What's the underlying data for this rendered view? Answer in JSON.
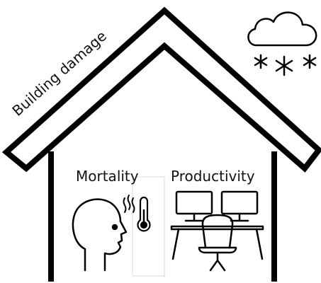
{
  "roof_label": "Building damage",
  "panels": {
    "left": {
      "label": "Mortality"
    },
    "right": {
      "label": "Productivity"
    }
  },
  "icons": {
    "weather": "snow-cloud-icon",
    "roof": "house-roof-icon",
    "head": "human-head-icon",
    "heat": "heat-wave-icon",
    "thermometer": "thermometer-icon",
    "workspace": "office-desk-monitors-icon"
  },
  "colors": {
    "stroke": "#000000",
    "background": "#ffffff",
    "panel_divider": "#d9d9d9"
  }
}
